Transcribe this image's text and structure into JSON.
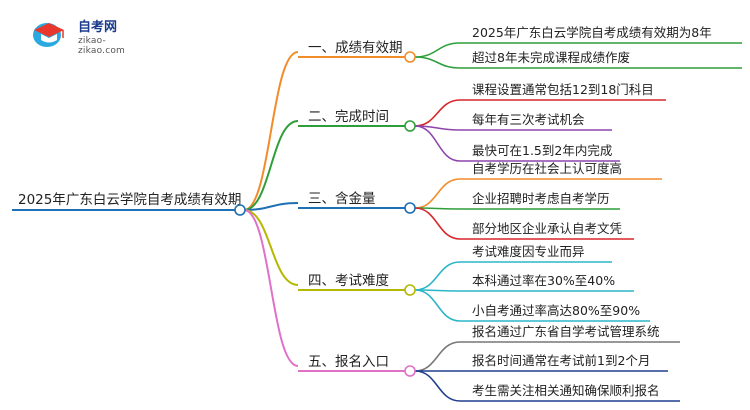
{
  "logo": {
    "title": "自考网",
    "url": "zikao-zikao.com"
  },
  "root": {
    "label": "2025年广东白云学院自考成绩有效期"
  },
  "branches": [
    {
      "label": "一、成绩有效期",
      "color": "#f28c28",
      "children": [
        {
          "label": "2025年广东白云学院自考成绩有效期为8年",
          "color": "#2e9e3a"
        },
        {
          "label": "超过8年未完成课程成绩作废",
          "color": "#2e9e3a"
        }
      ]
    },
    {
      "label": "二、完成时间",
      "color": "#2e9e3a",
      "children": [
        {
          "label": "课程设置通常包括12到18门科目",
          "color": "#d9262a"
        },
        {
          "label": "每年有三次考试机会",
          "color": "#8e44ad"
        },
        {
          "label": "最快可在1.5到2年内完成",
          "color": "#8e44ad"
        }
      ]
    },
    {
      "label": "三、含金量",
      "color": "#1f6fb5",
      "children": [
        {
          "label": "自考学历在社会上认可度高",
          "color": "#f28c28"
        },
        {
          "label": "企业招聘时考虑自考学历",
          "color": "#2e9e3a"
        },
        {
          "label": "部分地区企业承认自考文凭",
          "color": "#d9262a"
        }
      ]
    },
    {
      "label": "四、考试难度",
      "color": "#b5b800",
      "children": [
        {
          "label": "考试难度因专业而异",
          "color": "#2bb5c8"
        },
        {
          "label": "本科通过率在30%至40%",
          "color": "#2bb5c8"
        },
        {
          "label": "小自考通过率高达80%至90%",
          "color": "#2bb5c8"
        }
      ]
    },
    {
      "label": "五、报名入口",
      "color": "#e070c8",
      "children": [
        {
          "label": "报名通过广东省自学考试管理系统",
          "color": "#777777"
        },
        {
          "label": "报名时间通常在考试前1到2个月",
          "color": "#1f3f8f"
        },
        {
          "label": "考生需关注相关通知确保顺利报名",
          "color": "#1f3f8f"
        }
      ]
    }
  ]
}
